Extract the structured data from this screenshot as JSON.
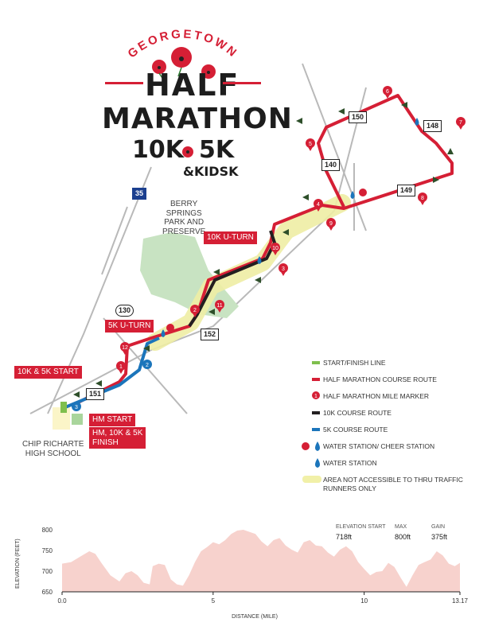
{
  "title": {
    "arc": "GEORGETOWN",
    "line1": "HALF",
    "line2": "MARATHON",
    "line3a": "10K",
    "line3b": "5K",
    "line4": "&KIDSK"
  },
  "places": {
    "park": "BERRY\nSPRINGS\nPARK AND\nPRESERVE",
    "school": "CHIP RICHARTE\nHIGH SCHOOL"
  },
  "flags": {
    "u10k": "10K U-TURN",
    "u5k": "5K U-TURN",
    "start_10k5k": "10K & 5K START",
    "hm_start": "HM START",
    "finish": "HM, 10K & 5K\nFINISH"
  },
  "highways": {
    "i35": "35",
    "r130": "130",
    "r140": "140",
    "r148": "148",
    "r149": "149",
    "r150": "150",
    "r151": "151",
    "r152": "152"
  },
  "mile_markers": [
    "1",
    "2",
    "3",
    "4",
    "5",
    "6",
    "7",
    "8",
    "9",
    "10",
    "11",
    "12"
  ],
  "km_markers": [
    "2",
    "3"
  ],
  "legend": [
    {
      "key": "start-finish",
      "label": "START/FINISH LINE",
      "color": "#7fbf4d"
    },
    {
      "key": "half-route",
      "label": "HALF MARATHON COURSE ROUTE",
      "color": "#d51f35"
    },
    {
      "key": "mile-marker",
      "label": "HALF MARATHON MILE MARKER",
      "color": "#d51f35",
      "marker": "1"
    },
    {
      "key": "10k-route",
      "label": "10K COURSE ROUTE",
      "color": "#231f20"
    },
    {
      "key": "5k-route",
      "label": "5K COURSE ROUTE",
      "color": "#1b75bb"
    },
    {
      "key": "water-cheer",
      "label": "WATER STATION/ CHEER STATION",
      "color": "#1b75bb"
    },
    {
      "key": "water",
      "label": "WATER STATION",
      "color": "#1b75bb"
    },
    {
      "key": "restricted",
      "label": "AREA NOT ACCESSIBLE TO THRU TRAFFIC\nRUNNERS ONLY",
      "color": "#f1f0a8"
    }
  ],
  "elevation": {
    "ylabel": "ELEVATION (FEET)",
    "xlabel": "DISTANCE (MILE)",
    "yticks": [
      "800",
      "750",
      "700",
      "650"
    ],
    "xticks": [
      "0.0",
      "5",
      "10",
      "13.17"
    ],
    "stats": [
      {
        "label": "ELEVATION START",
        "value": "718ft"
      },
      {
        "label": "MAX",
        "value": "800ft"
      },
      {
        "label": "GAIN",
        "value": "375ft"
      }
    ],
    "fill_color": "#f7d2cd"
  },
  "chart_data": {
    "type": "area",
    "title": "",
    "xlabel": "DISTANCE (MILE)",
    "ylabel": "ELEVATION (FEET)",
    "xlim": [
      0,
      13.17
    ],
    "ylim": [
      650,
      800
    ],
    "x": [
      0.0,
      0.3,
      0.6,
      0.9,
      1.1,
      1.3,
      1.6,
      1.9,
      2.1,
      2.3,
      2.5,
      2.7,
      2.9,
      3.0,
      3.2,
      3.4,
      3.6,
      3.8,
      4.0,
      4.2,
      4.4,
      4.6,
      4.8,
      5.0,
      5.2,
      5.4,
      5.6,
      5.8,
      6.0,
      6.2,
      6.4,
      6.6,
      6.8,
      7.0,
      7.2,
      7.4,
      7.6,
      7.8,
      8.0,
      8.2,
      8.4,
      8.6,
      8.8,
      9.0,
      9.2,
      9.4,
      9.6,
      9.8,
      10.0,
      10.2,
      10.4,
      10.6,
      10.8,
      11.0,
      11.2,
      11.4,
      11.6,
      11.8,
      12.0,
      12.2,
      12.4,
      12.6,
      12.8,
      13.0,
      13.17
    ],
    "values": [
      718,
      722,
      735,
      748,
      742,
      720,
      690,
      675,
      695,
      700,
      690,
      672,
      668,
      712,
      718,
      715,
      680,
      668,
      665,
      690,
      722,
      748,
      758,
      770,
      765,
      775,
      790,
      798,
      800,
      795,
      790,
      772,
      760,
      775,
      780,
      762,
      752,
      745,
      770,
      775,
      762,
      760,
      745,
      735,
      752,
      760,
      748,
      722,
      705,
      690,
      698,
      700,
      720,
      710,
      685,
      662,
      690,
      715,
      722,
      728,
      748,
      738,
      718,
      712,
      720
    ],
    "series_color": "#f7d2cd",
    "grid": false
  }
}
